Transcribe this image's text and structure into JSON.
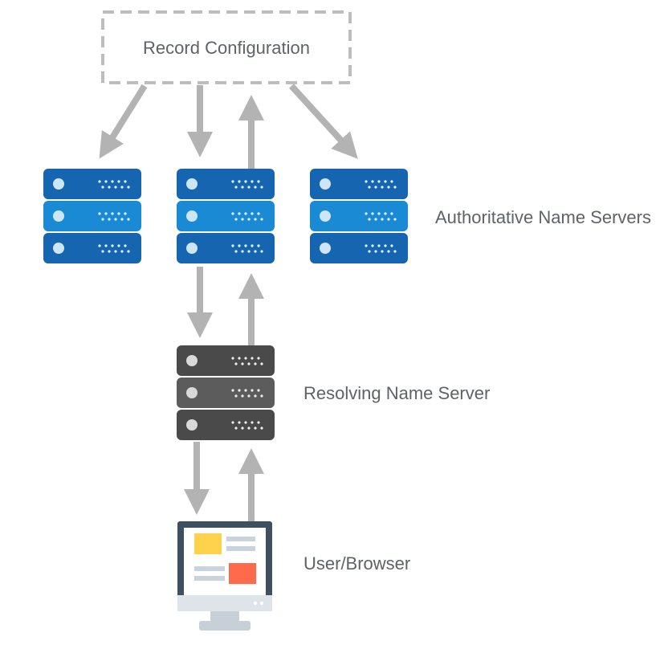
{
  "record_configuration": {
    "label": "Record Configuration"
  },
  "authoritative": {
    "label": "Authoritative Name Servers",
    "count": 3
  },
  "resolving": {
    "label": "Resolving Name Server"
  },
  "user": {
    "label": "User/Browser"
  },
  "colors": {
    "arrow": "#b3b3b3",
    "dashed_border": "#bdbdbd",
    "text": "#5f6266",
    "auth_dark": "#1565b0",
    "auth_mid": "#1a8ad4",
    "resolver_dark": "#4a4a4a",
    "resolver_mid": "#5c5c5c",
    "led": "#cde6f7",
    "led_gray": "#d9d9d9",
    "monitor_frame": "#3d4f60",
    "monitor_stand": "#c7cfd8",
    "yellow_block": "#ffd24d",
    "red_block": "#ff6b4a",
    "text_lines": "#c8d3de"
  }
}
